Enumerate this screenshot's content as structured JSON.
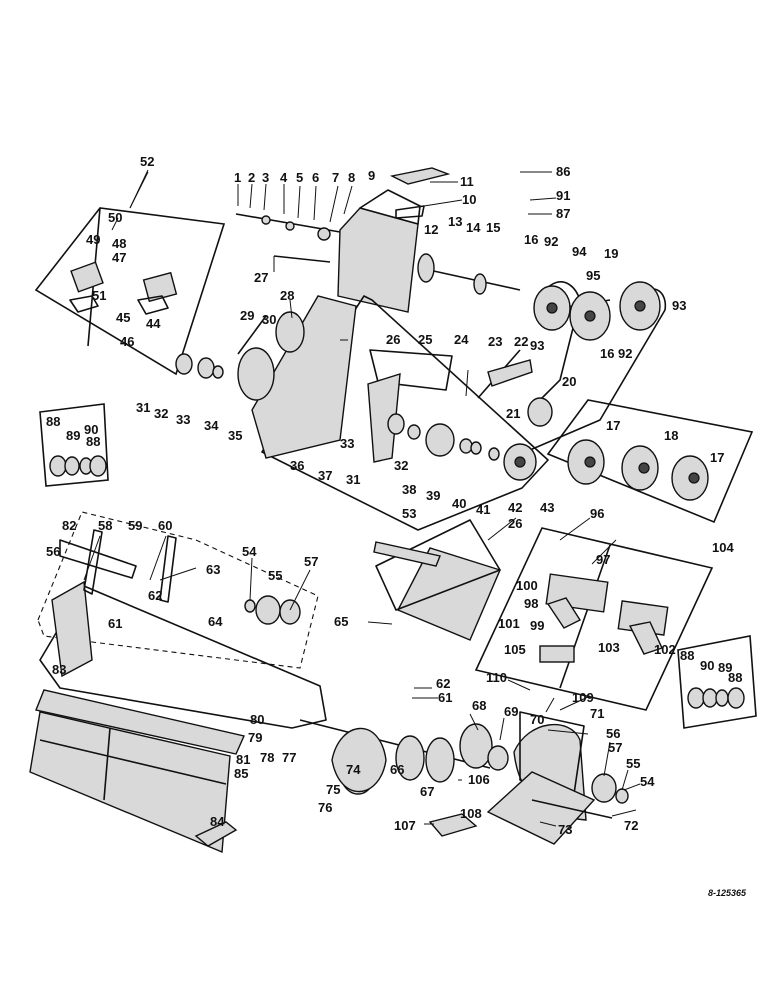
{
  "drawing": {
    "reference_number": "8-125365"
  },
  "callouts": [
    {
      "id": "c1",
      "text": "1"
    },
    {
      "id": "c2",
      "text": "2"
    },
    {
      "id": "c3",
      "text": "3"
    },
    {
      "id": "c4",
      "text": "4"
    },
    {
      "id": "c5",
      "text": "5"
    },
    {
      "id": "c6",
      "text": "6"
    },
    {
      "id": "c7",
      "text": "7"
    },
    {
      "id": "c8",
      "text": "8"
    },
    {
      "id": "c9",
      "text": "9"
    },
    {
      "id": "c10",
      "text": "10"
    },
    {
      "id": "c11",
      "text": "11"
    },
    {
      "id": "c12",
      "text": "12"
    },
    {
      "id": "c13",
      "text": "13"
    },
    {
      "id": "c14",
      "text": "14"
    },
    {
      "id": "c15",
      "text": "15"
    },
    {
      "id": "c16a",
      "text": "16"
    },
    {
      "id": "c16b",
      "text": "16"
    },
    {
      "id": "c17a",
      "text": "17"
    },
    {
      "id": "c17b",
      "text": "17"
    },
    {
      "id": "c18",
      "text": "18"
    },
    {
      "id": "c19",
      "text": "19"
    },
    {
      "id": "c20",
      "text": "20"
    },
    {
      "id": "c21",
      "text": "21"
    },
    {
      "id": "c22",
      "text": "22"
    },
    {
      "id": "c23",
      "text": "23"
    },
    {
      "id": "c24",
      "text": "24"
    },
    {
      "id": "c25",
      "text": "25"
    },
    {
      "id": "c26a",
      "text": "26"
    },
    {
      "id": "c26b",
      "text": "26"
    },
    {
      "id": "c27",
      "text": "27"
    },
    {
      "id": "c28",
      "text": "28"
    },
    {
      "id": "c29",
      "text": "29"
    },
    {
      "id": "c30",
      "text": "30"
    },
    {
      "id": "c31a",
      "text": "31"
    },
    {
      "id": "c31b",
      "text": "31"
    },
    {
      "id": "c32a",
      "text": "32"
    },
    {
      "id": "c32b",
      "text": "32"
    },
    {
      "id": "c33a",
      "text": "33"
    },
    {
      "id": "c33b",
      "text": "33"
    },
    {
      "id": "c34",
      "text": "34"
    },
    {
      "id": "c35",
      "text": "35"
    },
    {
      "id": "c36",
      "text": "36"
    },
    {
      "id": "c37",
      "text": "37"
    },
    {
      "id": "c38",
      "text": "38"
    },
    {
      "id": "c39",
      "text": "39"
    },
    {
      "id": "c40",
      "text": "40"
    },
    {
      "id": "c41",
      "text": "41"
    },
    {
      "id": "c42",
      "text": "42"
    },
    {
      "id": "c43",
      "text": "43"
    },
    {
      "id": "c44",
      "text": "44"
    },
    {
      "id": "c45",
      "text": "45"
    },
    {
      "id": "c46",
      "text": "46"
    },
    {
      "id": "c47",
      "text": "47"
    },
    {
      "id": "c48",
      "text": "48"
    },
    {
      "id": "c49",
      "text": "49"
    },
    {
      "id": "c50",
      "text": "50"
    },
    {
      "id": "c51",
      "text": "51"
    },
    {
      "id": "c52",
      "text": "52"
    },
    {
      "id": "c53",
      "text": "53"
    },
    {
      "id": "c54a",
      "text": "54"
    },
    {
      "id": "c54b",
      "text": "54"
    },
    {
      "id": "c55a",
      "text": "55"
    },
    {
      "id": "c55b",
      "text": "55"
    },
    {
      "id": "c56a",
      "text": "56"
    },
    {
      "id": "c56b",
      "text": "56"
    },
    {
      "id": "c57a",
      "text": "57"
    },
    {
      "id": "c57b",
      "text": "57"
    },
    {
      "id": "c58",
      "text": "58"
    },
    {
      "id": "c59",
      "text": "59"
    },
    {
      "id": "c60",
      "text": "60"
    },
    {
      "id": "c61a",
      "text": "61"
    },
    {
      "id": "c61b",
      "text": "61"
    },
    {
      "id": "c62a",
      "text": "62"
    },
    {
      "id": "c62b",
      "text": "62"
    },
    {
      "id": "c63",
      "text": "63"
    },
    {
      "id": "c64",
      "text": "64"
    },
    {
      "id": "c65",
      "text": "65"
    },
    {
      "id": "c66",
      "text": "66"
    },
    {
      "id": "c67",
      "text": "67"
    },
    {
      "id": "c68",
      "text": "68"
    },
    {
      "id": "c69",
      "text": "69"
    },
    {
      "id": "c70",
      "text": "70"
    },
    {
      "id": "c71",
      "text": "71"
    },
    {
      "id": "c72",
      "text": "72"
    },
    {
      "id": "c73",
      "text": "73"
    },
    {
      "id": "c74",
      "text": "74"
    },
    {
      "id": "c75",
      "text": "75"
    },
    {
      "id": "c76",
      "text": "76"
    },
    {
      "id": "c77",
      "text": "77"
    },
    {
      "id": "c78",
      "text": "78"
    },
    {
      "id": "c79",
      "text": "79"
    },
    {
      "id": "c80",
      "text": "80"
    },
    {
      "id": "c81",
      "text": "81"
    },
    {
      "id": "c82",
      "text": "82"
    },
    {
      "id": "c83",
      "text": "83"
    },
    {
      "id": "c84",
      "text": "84"
    },
    {
      "id": "c85",
      "text": "85"
    },
    {
      "id": "c86",
      "text": "86"
    },
    {
      "id": "c87",
      "text": "87"
    },
    {
      "id": "c88a",
      "text": "88"
    },
    {
      "id": "c88b",
      "text": "88"
    },
    {
      "id": "c88c",
      "text": "88"
    },
    {
      "id": "c88d",
      "text": "88"
    },
    {
      "id": "c89a",
      "text": "89"
    },
    {
      "id": "c89b",
      "text": "89"
    },
    {
      "id": "c90a",
      "text": "90"
    },
    {
      "id": "c90b",
      "text": "90"
    },
    {
      "id": "c91",
      "text": "91"
    },
    {
      "id": "c92a",
      "text": "92"
    },
    {
      "id": "c92b",
      "text": "92"
    },
    {
      "id": "c93a",
      "text": "93"
    },
    {
      "id": "c93b",
      "text": "93"
    },
    {
      "id": "c94",
      "text": "94"
    },
    {
      "id": "c95",
      "text": "95"
    },
    {
      "id": "c96",
      "text": "96"
    },
    {
      "id": "c97",
      "text": "97"
    },
    {
      "id": "c98",
      "text": "98"
    },
    {
      "id": "c99",
      "text": "99"
    },
    {
      "id": "c100",
      "text": "100"
    },
    {
      "id": "c101",
      "text": "101"
    },
    {
      "id": "c102",
      "text": "102"
    },
    {
      "id": "c103",
      "text": "103"
    },
    {
      "id": "c104",
      "text": "104"
    },
    {
      "id": "c105",
      "text": "105"
    },
    {
      "id": "c106",
      "text": "106"
    },
    {
      "id": "c107",
      "text": "107"
    },
    {
      "id": "c108",
      "text": "108"
    },
    {
      "id": "c109",
      "text": "109"
    },
    {
      "id": "c110",
      "text": "110"
    }
  ]
}
